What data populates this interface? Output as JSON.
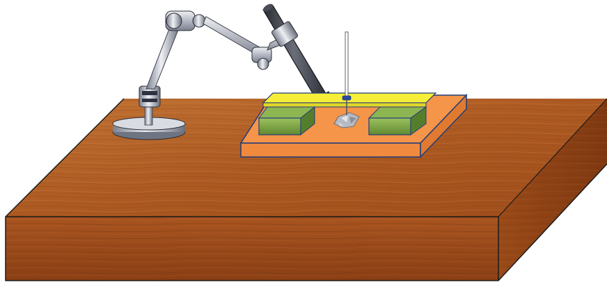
{
  "scene": {
    "colors": {
      "background": "#ffffff",
      "wood_top": "#b05a22",
      "wood_top_light": "#c87a3c",
      "wood_front": "#a24e1a",
      "wood_side": "#8c4216",
      "outline": "#1a1a1a",
      "base_plate": "#f4954a",
      "base_plate_side": "#d97a32",
      "base_outline": "#1f3c7a",
      "clamp_bar": "#f7ee3a",
      "clamp_bar_side": "#c8be1e",
      "green_block": "#7ea24a",
      "green_block_dark": "#4f7a2a",
      "metal": "#c9cdd6",
      "metal_dark": "#5f6472",
      "probe": "#3c3f48",
      "sample": "#aeb3bc"
    },
    "objects": [
      "wooden-table",
      "articulated-arm",
      "probe-tool",
      "orange-base-plate",
      "yellow-clamp-bar",
      "green-block-left",
      "green-block-right",
      "vertical-needle",
      "sample-specimen"
    ]
  }
}
